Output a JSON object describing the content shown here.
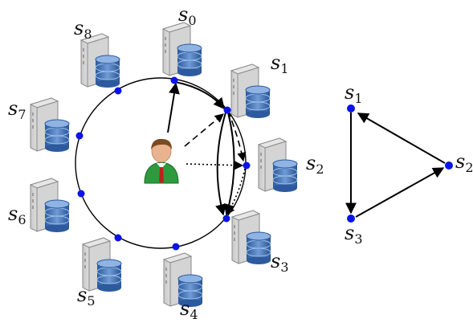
{
  "ring": {
    "servers": [
      {
        "id": "s0",
        "name": "s",
        "sub": "0"
      },
      {
        "id": "s1",
        "name": "s",
        "sub": "1"
      },
      {
        "id": "s2",
        "name": "s",
        "sub": "2"
      },
      {
        "id": "s3",
        "name": "s",
        "sub": "3"
      },
      {
        "id": "s4",
        "name": "s",
        "sub": "4"
      },
      {
        "id": "s5",
        "name": "s",
        "sub": "5"
      },
      {
        "id": "s6",
        "name": "s",
        "sub": "6"
      },
      {
        "id": "s7",
        "name": "s",
        "sub": "7"
      },
      {
        "id": "s8",
        "name": "s",
        "sub": "8"
      }
    ],
    "client_icon": "user-icon",
    "server_icon": "database-server-icon",
    "edges": [
      {
        "from": "client",
        "to": "s0",
        "style": "solid"
      },
      {
        "from": "s0",
        "to": "s1",
        "style": "solid"
      },
      {
        "from": "client",
        "to": "s1",
        "style": "dashed"
      },
      {
        "from": "s1",
        "to": "s2",
        "style": "dashed"
      },
      {
        "from": "client",
        "to": "s2",
        "style": "dotted"
      },
      {
        "from": "s2",
        "to": "s3",
        "style": "dotted"
      },
      {
        "from": "s1",
        "to": "s3",
        "style": "solid"
      },
      {
        "from": "s1",
        "to": "s3",
        "style": "solid"
      }
    ]
  },
  "triangle": {
    "nodes": [
      {
        "id": "s1",
        "name": "s",
        "sub": "1"
      },
      {
        "id": "s2",
        "name": "s",
        "sub": "2"
      },
      {
        "id": "s3",
        "name": "s",
        "sub": "3"
      }
    ],
    "edges": [
      {
        "from": "s1",
        "to": "s3"
      },
      {
        "from": "s3",
        "to": "s2"
      },
      {
        "from": "s2",
        "to": "s1"
      }
    ]
  },
  "colors": {
    "node": "#0a14e6",
    "edge": "#000000",
    "db_blue": "#3f6fb0",
    "server_gray": "#d9d9d9",
    "user_shirt": "#2e9a3e",
    "user_tie": "#c0201a",
    "user_skin": "#e9b38f",
    "user_hair": "#7a4a22"
  }
}
